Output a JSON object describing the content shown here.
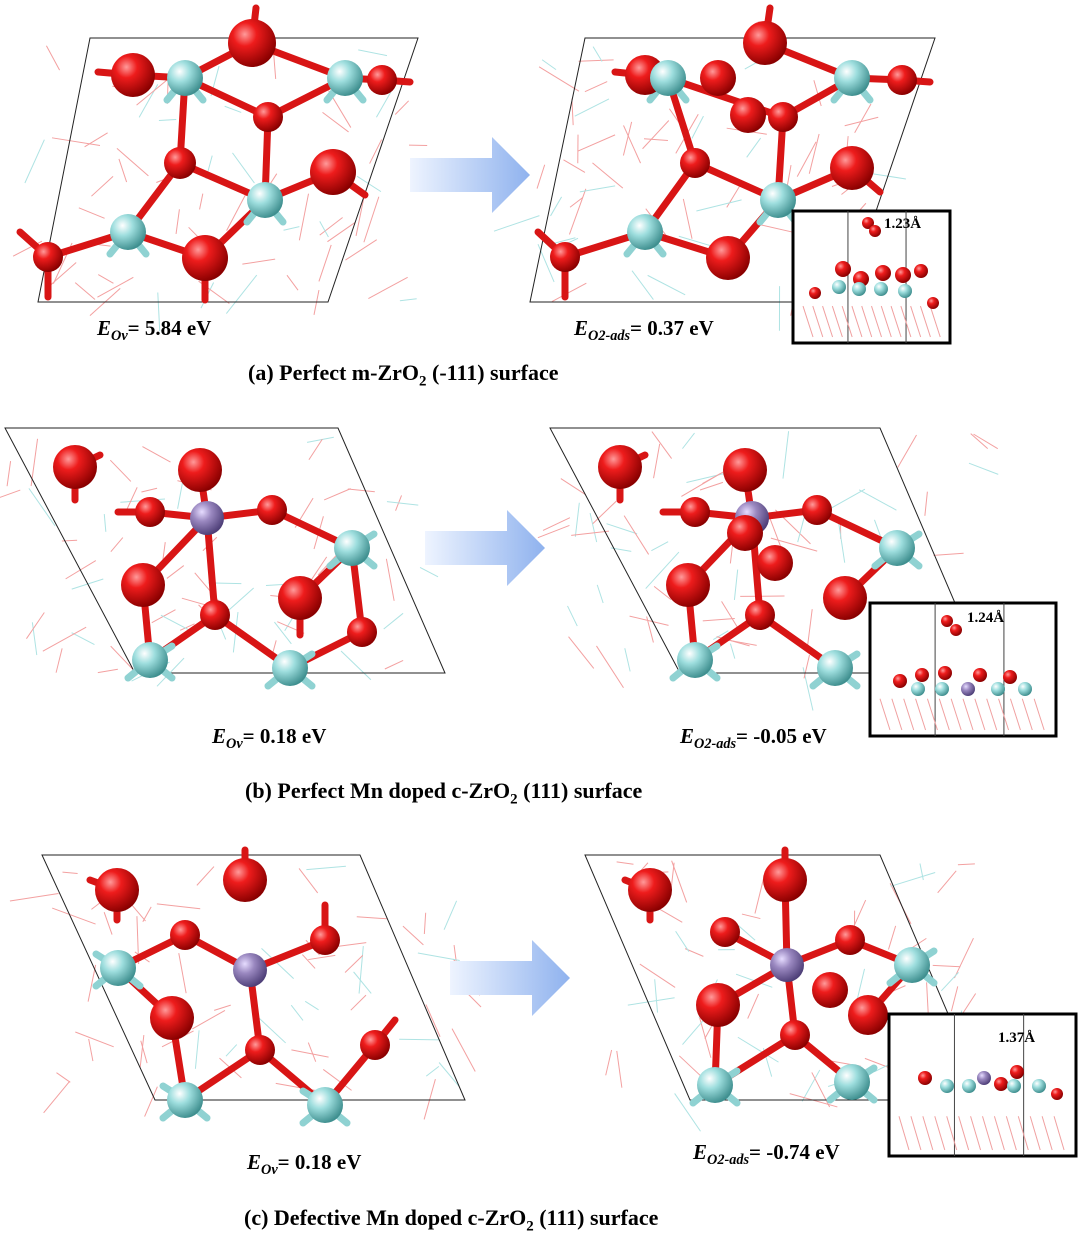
{
  "panels": [
    {
      "caption_pre": "(a) Perfect m-ZrO",
      "caption_sub": "2",
      "caption_post": " (-111) surface",
      "ov_sym": "E",
      "ov_sub": "Ov",
      "ov_val": "= 5.84 eV",
      "ads_sym": "E",
      "ads_sub": "O2-ads",
      "ads_val": "= 0.37 eV",
      "bond_length": "1.23Å"
    },
    {
      "caption_pre": "(b) Perfect Mn doped c-ZrO",
      "caption_sub": "2",
      "caption_post": " (111) surface",
      "ov_sym": "E",
      "ov_sub": "Ov",
      "ov_val": "= 0.18 eV",
      "ads_sym": "E",
      "ads_sub": "O2-ads",
      "ads_val": "= -0.05 eV",
      "bond_length": "1.24Å"
    },
    {
      "caption_pre": "(c) Defective Mn doped c-ZrO",
      "caption_sub": "2",
      "caption_post": " (111) surface",
      "ov_sym": "E",
      "ov_sub": "Ov",
      "ov_val": "= 0.18 eV",
      "ads_sym": "E",
      "ads_sub": "O2-ads",
      "ads_val": "= -0.74 eV",
      "bond_length": "1.37Å"
    }
  ],
  "colors": {
    "oxygen": "#e01010",
    "zirconium": "#8fd2d2",
    "manganese": "#9a88c0",
    "arrow": "#a9c6f2"
  }
}
